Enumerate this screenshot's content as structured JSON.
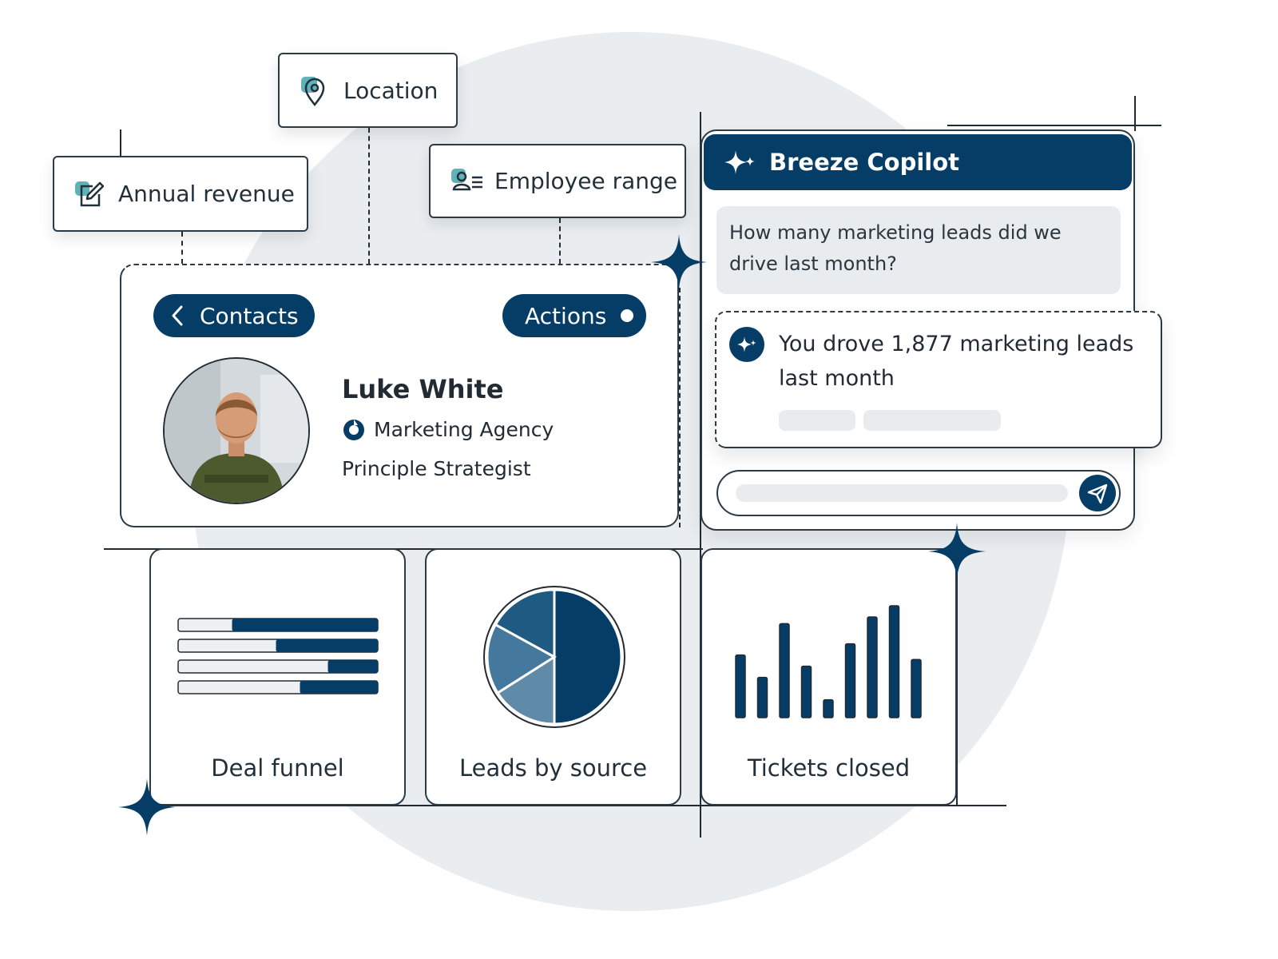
{
  "tags": {
    "location": "Location",
    "annual_revenue": "Annual revenue",
    "employee_range": "Employee range"
  },
  "contact": {
    "back_label": "Contacts",
    "actions_label": "Actions",
    "name": "Luke White",
    "company": "Marketing Agency",
    "role": "Principle Strategist"
  },
  "copilot": {
    "title": "Breeze Copilot",
    "question": "How many marketing leads did we drive last month?",
    "answer": "You drove 1,877 marketing leads last month"
  },
  "widgets": {
    "deal_funnel": {
      "label": "Deal funnel",
      "fill_fractions": [
        0.73,
        0.51,
        0.25,
        0.39
      ]
    },
    "leads_by_source": {
      "label": "Leads by source",
      "slices": [
        {
          "value": 50,
          "color": "#053d66"
        },
        {
          "value": 16,
          "color": "#5f8aa8"
        },
        {
          "value": 17,
          "color": "#44789c"
        },
        {
          "value": 17,
          "color": "#1f5a82"
        }
      ]
    },
    "tickets_closed": {
      "label": "Tickets closed",
      "bars": [
        28,
        18,
        42,
        23,
        8,
        33,
        45,
        50,
        26
      ]
    }
  },
  "colors": {
    "primary": "#053d66",
    "teal_accent": "#5fb3b8",
    "background_circle": "#e9edf0"
  }
}
